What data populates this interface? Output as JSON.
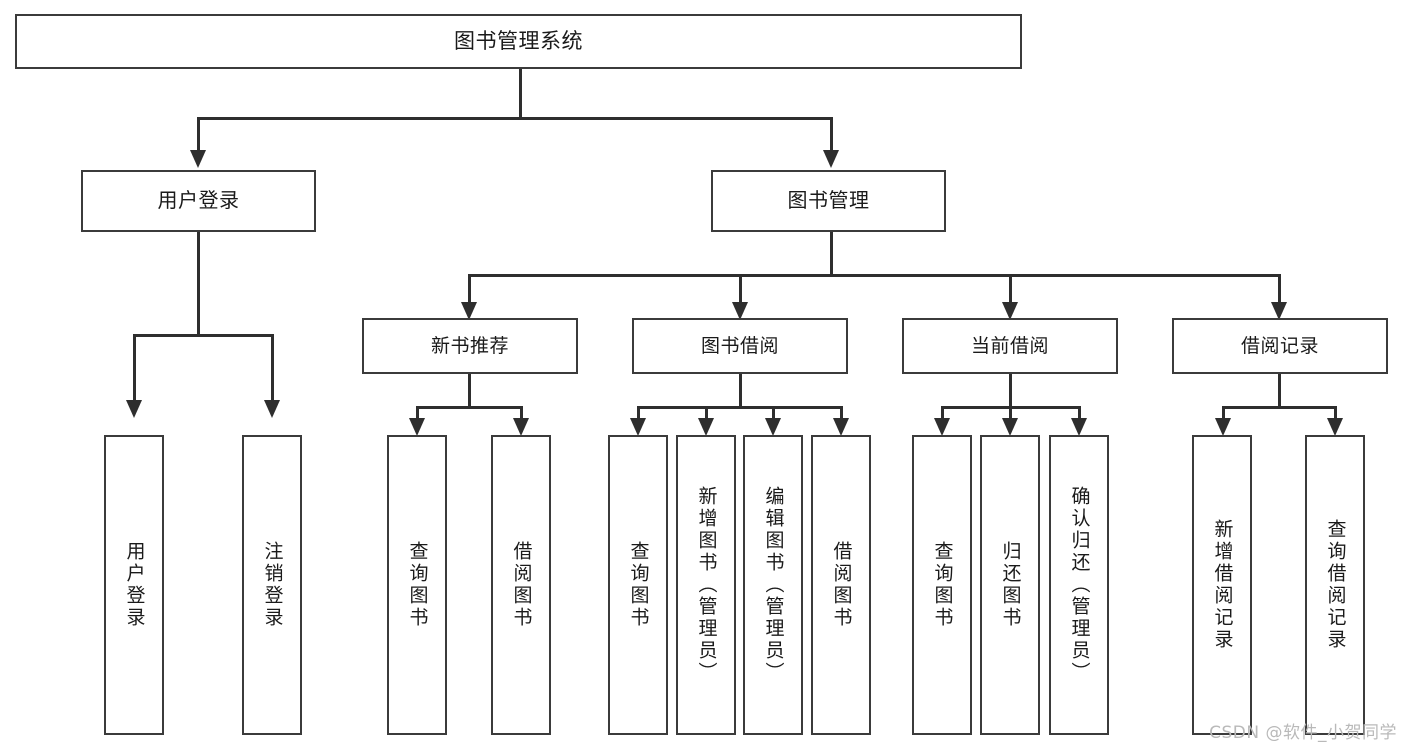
{
  "diagram": {
    "title": "图书管理系统",
    "watermark": "CSDN @软件_小贺同学",
    "nodes": {
      "root": {
        "label": "图书管理系统"
      },
      "user_login": {
        "label": "用户登录"
      },
      "book_manage": {
        "label": "图书管理"
      },
      "new_book_rec": {
        "label": "新书推荐"
      },
      "book_borrow": {
        "label": "图书借阅"
      },
      "current_borrow": {
        "label": "当前借阅"
      },
      "borrow_record": {
        "label": "借阅记录"
      },
      "leaf_user_login": {
        "label": "用户登录"
      },
      "leaf_logout": {
        "label": "注销登录"
      },
      "leaf_query_book_1": {
        "label": "查询图书"
      },
      "leaf_borrow_book_1": {
        "label": "借阅图书"
      },
      "leaf_query_book_2": {
        "label": "查询图书"
      },
      "leaf_add_book": {
        "label": "新增图书（管理员）"
      },
      "leaf_edit_book": {
        "label": "编辑图书（管理员）"
      },
      "leaf_borrow_book_2": {
        "label": "借阅图书"
      },
      "leaf_query_book_3": {
        "label": "查询图书"
      },
      "leaf_return_book": {
        "label": "归还图书"
      },
      "leaf_confirm_return": {
        "label": "确认归还（管理员）"
      },
      "leaf_add_record": {
        "label": "新增借阅记录"
      },
      "leaf_query_record": {
        "label": "查询借阅记录"
      }
    },
    "colors": {
      "box_border": "#3b3b3b",
      "connector": "#2e2e2e",
      "background": "#ffffff",
      "text": "#1a1a1a",
      "watermark": "#b9b9b9"
    },
    "structure": {
      "type": "tree",
      "levels": 4,
      "edges": [
        [
          "图书管理系统",
          "用户登录"
        ],
        [
          "图书管理系统",
          "图书管理"
        ],
        [
          "用户登录",
          "用户登录"
        ],
        [
          "用户登录",
          "注销登录"
        ],
        [
          "图书管理",
          "新书推荐"
        ],
        [
          "图书管理",
          "图书借阅"
        ],
        [
          "图书管理",
          "当前借阅"
        ],
        [
          "图书管理",
          "借阅记录"
        ],
        [
          "新书推荐",
          "查询图书"
        ],
        [
          "新书推荐",
          "借阅图书"
        ],
        [
          "图书借阅",
          "查询图书"
        ],
        [
          "图书借阅",
          "新增图书（管理员）"
        ],
        [
          "图书借阅",
          "编辑图书（管理员）"
        ],
        [
          "图书借阅",
          "借阅图书"
        ],
        [
          "当前借阅",
          "查询图书"
        ],
        [
          "当前借阅",
          "归还图书"
        ],
        [
          "当前借阅",
          "确认归还（管理员）"
        ],
        [
          "借阅记录",
          "新增借阅记录"
        ],
        [
          "借阅记录",
          "查询借阅记录"
        ]
      ]
    }
  }
}
